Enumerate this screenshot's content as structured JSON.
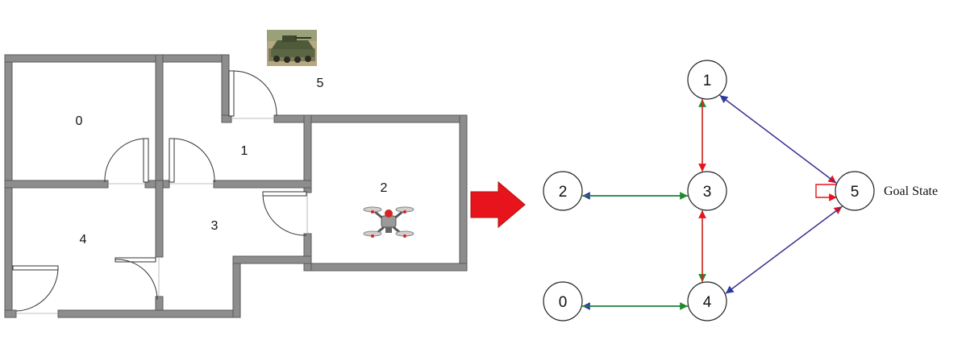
{
  "floor_plan": {
    "rooms": [
      {
        "id": "0",
        "label": "0"
      },
      {
        "id": "1",
        "label": "1"
      },
      {
        "id": "2",
        "label": "2"
      },
      {
        "id": "3",
        "label": "3"
      },
      {
        "id": "4",
        "label": "4"
      },
      {
        "id": "5",
        "label": "5"
      }
    ],
    "vehicle_icon": "armored-vehicle-icon",
    "drone_icon": "quadcopter-drone-icon"
  },
  "transition_arrow": {
    "icon": "right-arrow-icon",
    "color": "#e8141b"
  },
  "graph": {
    "nodes": [
      {
        "id": "0",
        "label": "0"
      },
      {
        "id": "1",
        "label": "1"
      },
      {
        "id": "2",
        "label": "2"
      },
      {
        "id": "3",
        "label": "3"
      },
      {
        "id": "4",
        "label": "4"
      },
      {
        "id": "5",
        "label": "5"
      }
    ],
    "goal_label": "Goal State",
    "edges": [
      {
        "from": "3",
        "to": "2",
        "color": "blue"
      },
      {
        "from": "2",
        "to": "3",
        "color": "green"
      },
      {
        "from": "3",
        "to": "1",
        "color": "green"
      },
      {
        "from": "1",
        "to": "3",
        "color": "red"
      },
      {
        "from": "3",
        "to": "4",
        "color": "green"
      },
      {
        "from": "4",
        "to": "3",
        "color": "red"
      },
      {
        "from": "4",
        "to": "0",
        "color": "blue"
      },
      {
        "from": "0",
        "to": "4",
        "color": "green"
      },
      {
        "from": "1",
        "to": "5",
        "color": "red"
      },
      {
        "from": "5",
        "to": "1",
        "color": "blue"
      },
      {
        "from": "4",
        "to": "5",
        "color": "red"
      },
      {
        "from": "5",
        "to": "4",
        "color": "blue"
      },
      {
        "from": "5",
        "to": "5",
        "color": "red"
      }
    ],
    "colors": {
      "red": "#e8141b",
      "green": "#1e8a2e",
      "blue": "#2e3a9e"
    }
  }
}
